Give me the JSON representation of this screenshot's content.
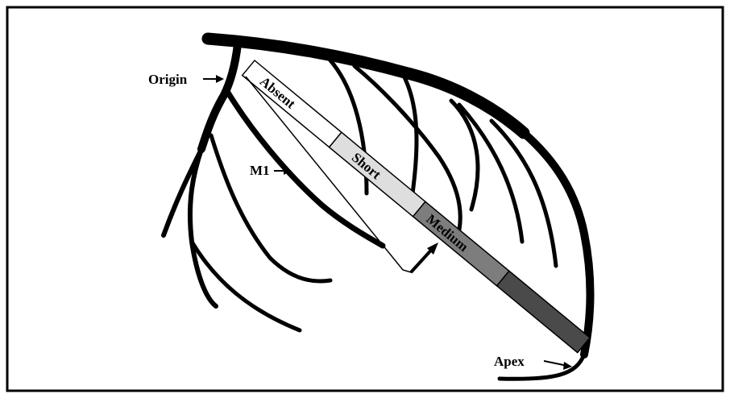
{
  "labels": {
    "origin": "Origin",
    "m1": "M1",
    "apex": "Apex"
  },
  "length_scale": {
    "segments": [
      {
        "label": "Absent",
        "shade": "#ffffff"
      },
      {
        "label": "Short",
        "shade": "#dedede"
      },
      {
        "label": "Medium",
        "shade": "#7d7d7d"
      },
      {
        "label": "",
        "shade": "#4a4a4a"
      }
    ]
  }
}
